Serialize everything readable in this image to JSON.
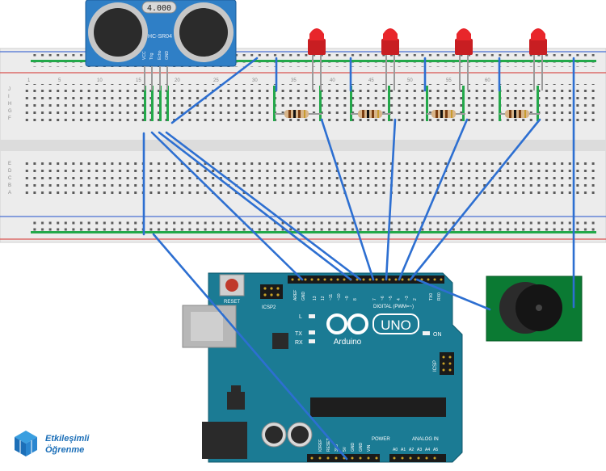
{
  "sensor": {
    "readout": "4.000",
    "model": "HC-SR04",
    "pins": [
      "VCC",
      "Trig",
      "Echo",
      "GND"
    ]
  },
  "breadboard": {
    "column_numbers": [
      "1",
      "5",
      "10",
      "15",
      "20",
      "25",
      "30",
      "35",
      "40",
      "45",
      "50",
      "55",
      "60"
    ],
    "row_letters_top": [
      "J",
      "I",
      "H",
      "G",
      "F"
    ],
    "row_letters_bottom": [
      "E",
      "D",
      "C",
      "B",
      "A"
    ]
  },
  "arduino": {
    "reset_label": "RESET",
    "icsp2_label": "ICSP2",
    "icsp_label": "ICSP",
    "digital_label": "DIGITAL (PWM=~)",
    "uno_label": "UNO",
    "brand_label": "Arduino",
    "on_label": "ON",
    "l_label": "L",
    "tx_label": "TX",
    "rx_label": "RX",
    "aref_label": "AREF",
    "gnd_label": "GND",
    "tx0_label": "TX0",
    "rx0_label": "RX0",
    "digital_pins": [
      "13",
      "12",
      "~11",
      "~10",
      "~9",
      "8",
      "7",
      "~6",
      "~5",
      "4",
      "~3",
      "2",
      "1",
      "0"
    ],
    "power_label": "POWER",
    "analog_label": "ANALOG IN",
    "power_pins": [
      "IOREF",
      "RESET",
      "3V3",
      "5V",
      "GND",
      "GND",
      "VIN"
    ],
    "analog_pins": [
      "A0",
      "A1",
      "A2",
      "A3",
      "A4",
      "A5"
    ]
  },
  "logo": {
    "line1": "Etkileşimli",
    "line2": "Öğrenme"
  },
  "colors": {
    "wire": "#2d6fd1",
    "board": "#1b7b94",
    "sensor": "#2f7fc6",
    "led": "#e8262b",
    "buzzer_board": "#0b7a33",
    "breadboard": "#ececec",
    "rail_red": "#d9534f",
    "rail_blue": "#4a6fd1"
  }
}
